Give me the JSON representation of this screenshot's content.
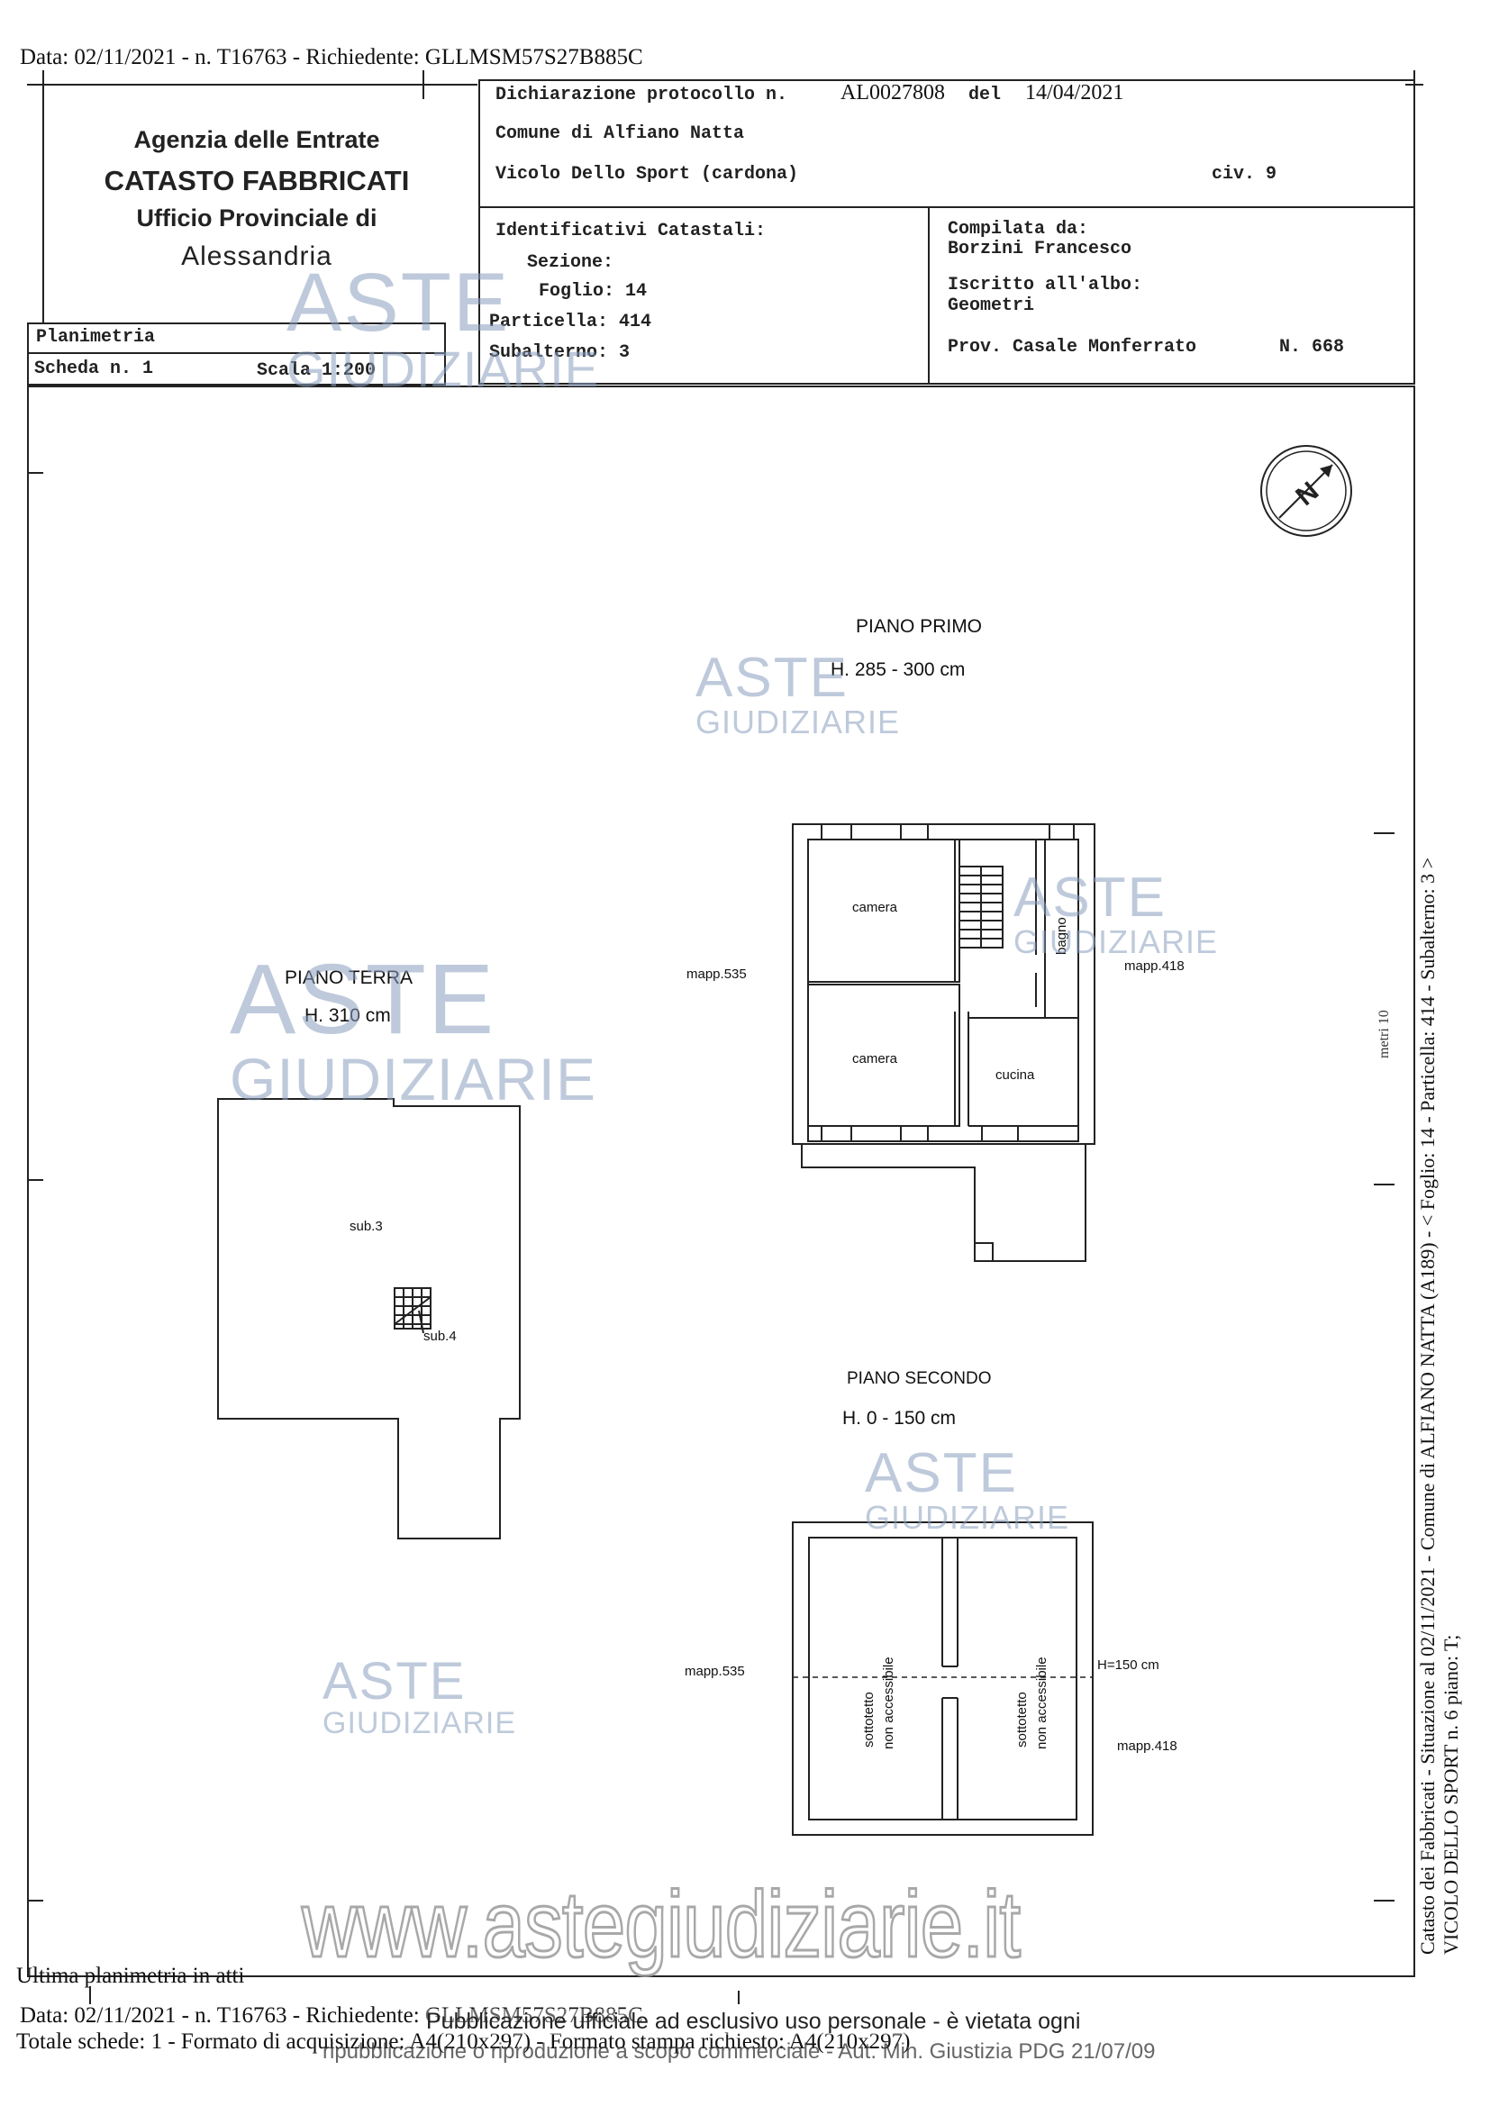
{
  "header_line": "Data: 02/11/2021 - n. T16763 - Richiedente: GLLMSM57S27B885C",
  "agency": {
    "line1": "Agenzia delle Entrate",
    "line2": "CATASTO FABBRICATI",
    "line3": "Ufficio Provinciale di",
    "line4": "Alessandria"
  },
  "declaration": {
    "protocol_label": "Dichiarazione protocollo n.",
    "protocol_number": "AL0027808",
    "date_label": "del",
    "date": "14/04/2021",
    "comune": "Comune di Alfiano Natta",
    "address": "Vicolo Dello Sport (cardona)",
    "civ": "civ. 9"
  },
  "identificativi": {
    "title": "Identificativi Catastali:",
    "sezione": "Sezione:",
    "foglio": "Foglio: 14",
    "particella": "Particella: 414",
    "subalterno": "Subalterno: 3"
  },
  "compilata": {
    "title": "Compilata da:",
    "name": "Borzini Francesco",
    "albo_label": "Iscritto all'albo:",
    "albo": "Geometri",
    "prov": "Prov. Casale Monferrato",
    "number": "N. 668"
  },
  "planimetria": {
    "title": "Planimetria",
    "scheda": "Scheda n. 1",
    "scala": "Scala 1:200"
  },
  "north_icon": "compass-north-icon",
  "plans": {
    "primo": {
      "title": "PIANO PRIMO",
      "height": "H. 285 - 300 cm"
    },
    "terra": {
      "title": "PIANO TERRA",
      "height": "H. 310 cm"
    },
    "secondo": {
      "title": "PIANO SECONDO",
      "height": "H. 0 - 150 cm"
    }
  },
  "rooms": {
    "camera1": "camera",
    "camera2": "camera",
    "bagno": "bagno",
    "cucina": "cucina",
    "sub3": "sub.3",
    "sub4": "sub.4",
    "sottotetto1": "sottotetto",
    "non_accessibile1": "non accessibile",
    "sottotetto2": "sottotetto",
    "non_accessibile2": "non accessibile",
    "h150": "H=150 cm"
  },
  "mapp": {
    "primo_left": "mapp.535",
    "primo_right": "mapp.418",
    "secondo_left": "mapp.535",
    "secondo_right": "mapp.418"
  },
  "side_text": {
    "line1": "Catasto dei Fabbricati - Situazione al 02/11/2021 - Comune di ALFIANO NATTA (A189) - < Foglio: 14 - Particella: 414 - Subalterno: 3 >",
    "line2": "VICOLO DELLO SPORT n. 6 piano: T;",
    "inner": "metri 10"
  },
  "watermark": {
    "big": "ASTE",
    "small": "GIUDIZIARIE",
    "site": "www.astegiudiziarie.it",
    "notice_line1": "Pubblicazione ufficiale ad esclusivo uso personale - è vietata ogni",
    "notice_line2": "ripubblicazione o riproduzione a scopo commerciale - Aut. Min. Giustizia PDG 21/07/09"
  },
  "footer": {
    "ultima": "Ultima planimetria in atti",
    "line1": "Data: 02/11/2021 - n. T16763 - Richiedente: GLLMSM57S27B885C",
    "line2": "Totale schede: 1 - Formato di acquisizione: A4(210x297) - Formato stampa richiesto: A4(210x297)"
  }
}
